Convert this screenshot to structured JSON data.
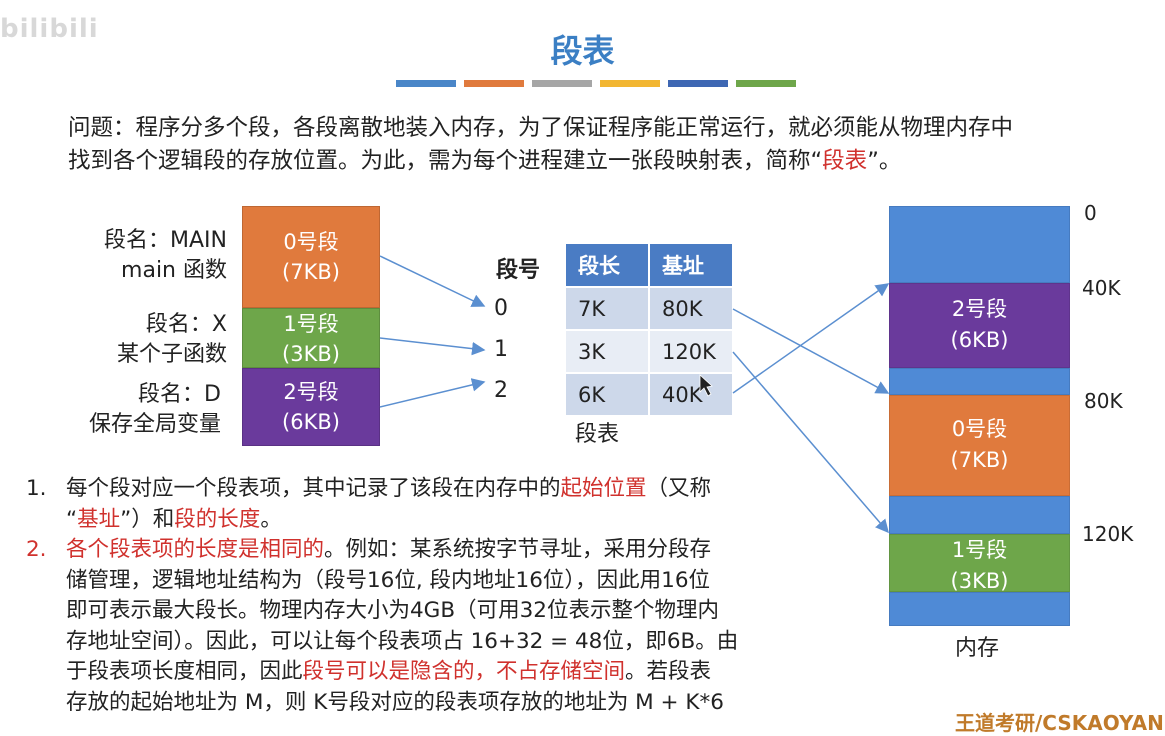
{
  "watermark": "bilibili",
  "title": "段表",
  "bar_colors": [
    "#4a86c8",
    "#e07a3d",
    "#a6a6a6",
    "#f2b632",
    "#3e67b3",
    "#6ea64a"
  ],
  "intro": {
    "line1": "问题：程序分多个段，各段离散地装入内存，为了保证程序能正常运行，就必须能从物理内存中",
    "line2_prefix": "找到各个逻辑段的存放位置。为此，需为每个进程建立一张段映射表，简称“",
    "line2_red": "段表",
    "line2_suffix": "”。"
  },
  "segments": [
    {
      "name_line1": "段名：MAIN",
      "name_line2": "main 函数",
      "box_line1": "0号段",
      "box_line2": "(7KB)",
      "color": "#e07a3d"
    },
    {
      "name_line1": "段名：X",
      "name_line2": "某个子函数",
      "box_line1": "1号段",
      "box_line2": "(3KB)",
      "color": "#6ea64a"
    },
    {
      "name_line1": "段名：D",
      "name_line2": "保存全局变量",
      "box_line1": "2号段",
      "box_line2": "(6KB)",
      "color": "#6a3a9c"
    }
  ],
  "segno_header": "段号",
  "segno_values": [
    "0",
    "1",
    "2"
  ],
  "seg_table": {
    "headers": [
      "段长",
      "基址"
    ],
    "rows": [
      [
        "7K",
        "80K"
      ],
      [
        "3K",
        "120K"
      ],
      [
        "6K",
        "40K"
      ]
    ],
    "caption": "段表"
  },
  "memory": {
    "caption": "内存",
    "blocks": [
      {
        "line1": "",
        "line2": ""
      },
      {
        "line1": "2号段",
        "line2": "(6KB)"
      },
      {
        "line1": "",
        "line2": ""
      },
      {
        "line1": "0号段",
        "line2": "(7KB)"
      },
      {
        "line1": "",
        "line2": ""
      },
      {
        "line1": "1号段",
        "line2": "(3KB)"
      },
      {
        "line1": "",
        "line2": ""
      }
    ],
    "addresses": [
      "0",
      "40K",
      "80K",
      "120K"
    ]
  },
  "points": [
    {
      "num": "1.",
      "t1": "每个段对应一个段表项，其中记录了该段在内存中的",
      "r1": "起始位置",
      "t2": "（又称",
      "t3": "“",
      "r2": "基址",
      "t4": "”）和",
      "r3": "段的长度",
      "t5": "。"
    },
    {
      "num": "2.",
      "r1": "各个段表项的长度是相同的",
      "t1": "。例如：某系统按字节寻址，采用分段存",
      "t2": "储管理，逻辑地址结构为（段号16位, 段内地址16位），因此用16位",
      "t3": "即可表示最大段长。物理内存大小为4GB（可用32位表示整个物理内",
      "t4": "存地址空间）。因此，可以让每个段表项占 16+32 = 48位，即6B。由",
      "t5": "于段表项长度相同，因此",
      "r2": "段号可以是隐含的，不占存储空间",
      "t6": "。若段表",
      "t7": "存放的起始地址为 M，则 K号段对应的段表项存放的地址为 M + K*6"
    }
  ],
  "brand": "王道考研/CSKAOYAN"
}
